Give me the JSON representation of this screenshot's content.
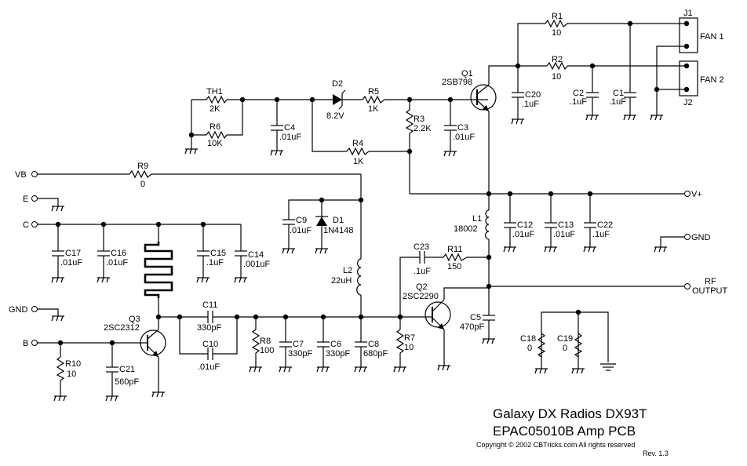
{
  "title": {
    "line1": "Galaxy DX Radios DX93T",
    "line2": "EPAC05010B  Amp PCB",
    "copyright": "Copyright © 2002 CBTricks.com   All rights reserved",
    "revision": "Rev. 1.3"
  },
  "ports": {
    "vb": "VB",
    "e": "E",
    "c": "C",
    "gnd_left": "GND",
    "b": "B",
    "vplus": "V+",
    "gnd_right": "GND",
    "rf_output_1": "RF",
    "rf_output_2": "OUTPUT"
  },
  "connectors": {
    "j1": {
      "ref": "J1",
      "label": "FAN 1"
    },
    "j2": {
      "ref": "J2",
      "label": "FAN 2"
    }
  },
  "transistors": {
    "q1": {
      "ref": "Q1",
      "part": "2SB798"
    },
    "q2": {
      "ref": "Q2",
      "part": "2SC2290"
    },
    "q3": {
      "ref": "Q3",
      "part": "2SC2312"
    }
  },
  "diodes": {
    "d1": {
      "ref": "D1",
      "value": "1N4148"
    },
    "d2": {
      "ref": "D2",
      "value": "8.2V"
    }
  },
  "inductors": {
    "l1": {
      "ref": "L1",
      "value": "18002"
    },
    "l2": {
      "ref": "L2",
      "value": "22uH"
    }
  },
  "resistors": {
    "r1": {
      "ref": "R1",
      "value": "10"
    },
    "r2": {
      "ref": "R2",
      "value": "10"
    },
    "r3": {
      "ref": "R3",
      "value": "2.2K"
    },
    "r4": {
      "ref": "R4",
      "value": "1K"
    },
    "r5": {
      "ref": "R5",
      "value": "1K"
    },
    "r6": {
      "ref": "R6",
      "value": "10K"
    },
    "r7": {
      "ref": "R7",
      "value": "10"
    },
    "r8": {
      "ref": "R8",
      "value": "100"
    },
    "r9": {
      "ref": "R9",
      "value": "0"
    },
    "r10": {
      "ref": "R10",
      "value": "10"
    },
    "r11": {
      "ref": "R11",
      "value": "150"
    },
    "th1": {
      "ref": "TH1",
      "value": "2K"
    },
    "c18": {
      "ref": "C18",
      "value": "0"
    },
    "c19": {
      "ref": "C19",
      "value": "0"
    }
  },
  "capacitors": {
    "c1": {
      "ref": "C1",
      "value": ".1uF"
    },
    "c2": {
      "ref": "C2",
      "value": ".1uF"
    },
    "c3": {
      "ref": "C3",
      "value": ".01uF"
    },
    "c4": {
      "ref": "C4",
      "value": ".01uF"
    },
    "c5": {
      "ref": "C5",
      "value": "470pF"
    },
    "c6": {
      "ref": "C6",
      "value": "330pF"
    },
    "c7": {
      "ref": "C7",
      "value": "330pF"
    },
    "c8": {
      "ref": "C8",
      "value": "680pF"
    },
    "c9": {
      "ref": "C9",
      "value": ".01uF"
    },
    "c10": {
      "ref": "C10",
      "value": ".01uF"
    },
    "c11": {
      "ref": "C11",
      "value": "330pF"
    },
    "c12": {
      "ref": "C12",
      "value": ".01uF"
    },
    "c13": {
      "ref": "C13",
      "value": ".01uF"
    },
    "c14": {
      "ref": "C14",
      "value": ".001uF"
    },
    "c15": {
      "ref": "C15",
      "value": ".1uF"
    },
    "c16": {
      "ref": "C16",
      "value": ".01uF"
    },
    "c17": {
      "ref": "C17",
      "value": ".01uF"
    },
    "c20": {
      "ref": "C20",
      "value": ".1uF"
    },
    "c21": {
      "ref": "C21",
      "value": "560pF"
    },
    "c22": {
      "ref": "C22",
      "value": ".1uF"
    },
    "c23": {
      "ref": "C23",
      "value": ".1uF"
    }
  }
}
